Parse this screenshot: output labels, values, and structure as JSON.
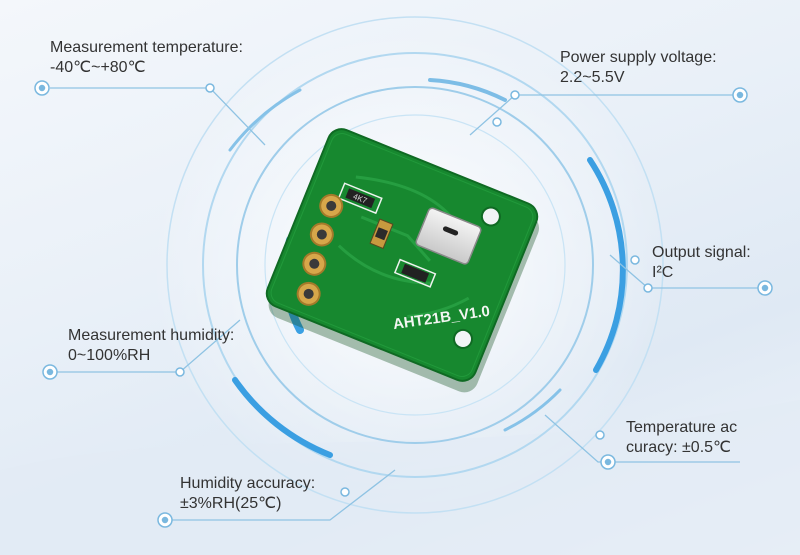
{
  "board": {
    "silkscreen": "AHT21B_V1.0",
    "component_label": "4K7"
  },
  "specs": [
    {
      "id": "temp-range",
      "title": "Measurement temperature:",
      "value": "-40℃~+80℃"
    },
    {
      "id": "voltage",
      "title": "Power supply voltage:",
      "value": "2.2~5.5V"
    },
    {
      "id": "output",
      "title": "Output signal:",
      "value": "I²C"
    },
    {
      "id": "humidity-range",
      "title": "Measurement humidity:",
      "value": "0~100%RH"
    },
    {
      "id": "temp-accuracy",
      "title": "Temperature ac",
      "value": "curacy: ±0.5℃"
    },
    {
      "id": "humidity-accuracy",
      "title": "Humidity accuracy:",
      "value": "±3%RH(25℃)"
    }
  ],
  "colors": {
    "line": "#8fc3e3",
    "ring_light": "#a9d3ee",
    "ring_strong": "#2f97de",
    "pcb": "#17882f",
    "pcb_dark": "#0f6a23",
    "gold": "#d7a74a"
  }
}
